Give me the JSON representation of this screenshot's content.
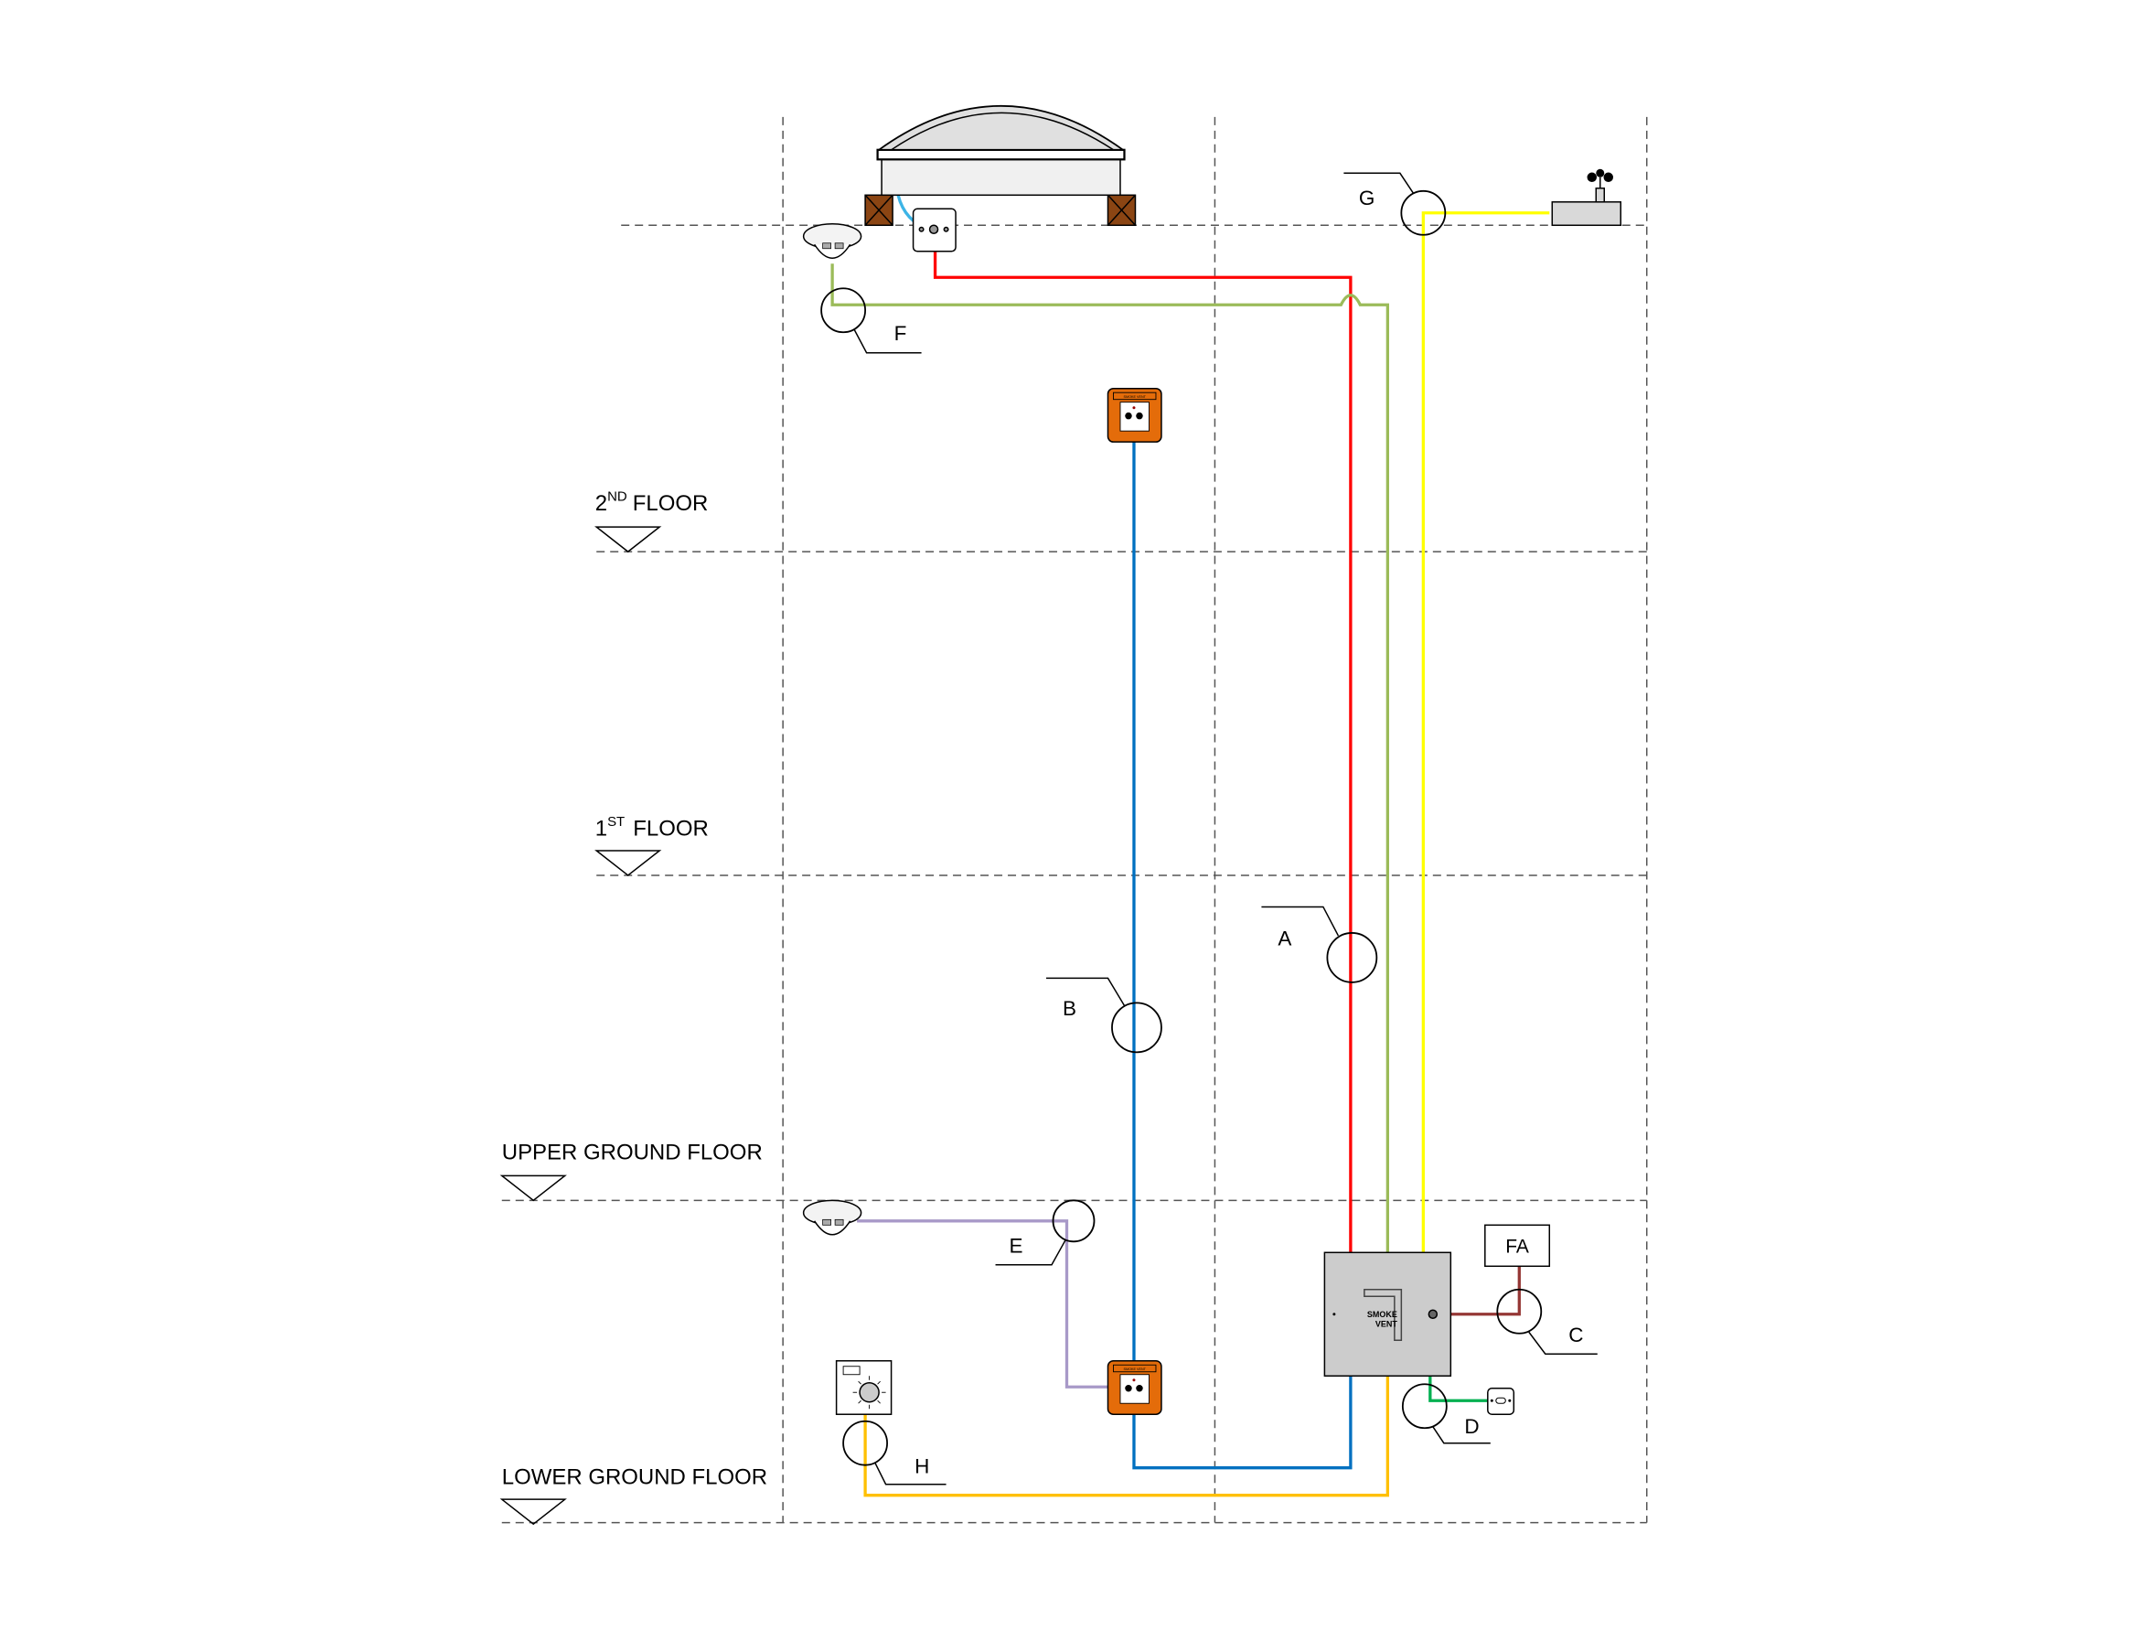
{
  "floors": [
    {
      "num": "2",
      "sup": "ND",
      "text": "FLOOR"
    },
    {
      "num": "1",
      "sup": "ST",
      "text": "FLOOR"
    },
    {
      "label": "UPPER GROUND FLOOR"
    },
    {
      "label": "LOWER GROUND FLOOR"
    }
  ],
  "tags": {
    "A": "A",
    "B": "B",
    "C": "C",
    "D": "D",
    "E": "E",
    "F": "F",
    "G": "G",
    "H": "H"
  },
  "panel": {
    "logo_line1": "SMOKE",
    "logo_line2": "VENT"
  },
  "fire_alarm": {
    "label": "FA"
  },
  "call_point": {
    "label": "SMOKE VENT"
  },
  "colors": {
    "actuator_cable": "#ff0000",
    "roof_detector_cable": "#9bbb59",
    "weather_sensor_cable": "#ffff00",
    "call_point_cable": "#0070c0",
    "fire_alarm_cable": "#953735",
    "sensor_cable": "#00b050",
    "ground_detector_cable": "#a899c8",
    "switch_cable": "#ffc000",
    "call_point_body": "#e46c0a",
    "upstand": "#8b4513",
    "panel_body": "#cccccc"
  }
}
